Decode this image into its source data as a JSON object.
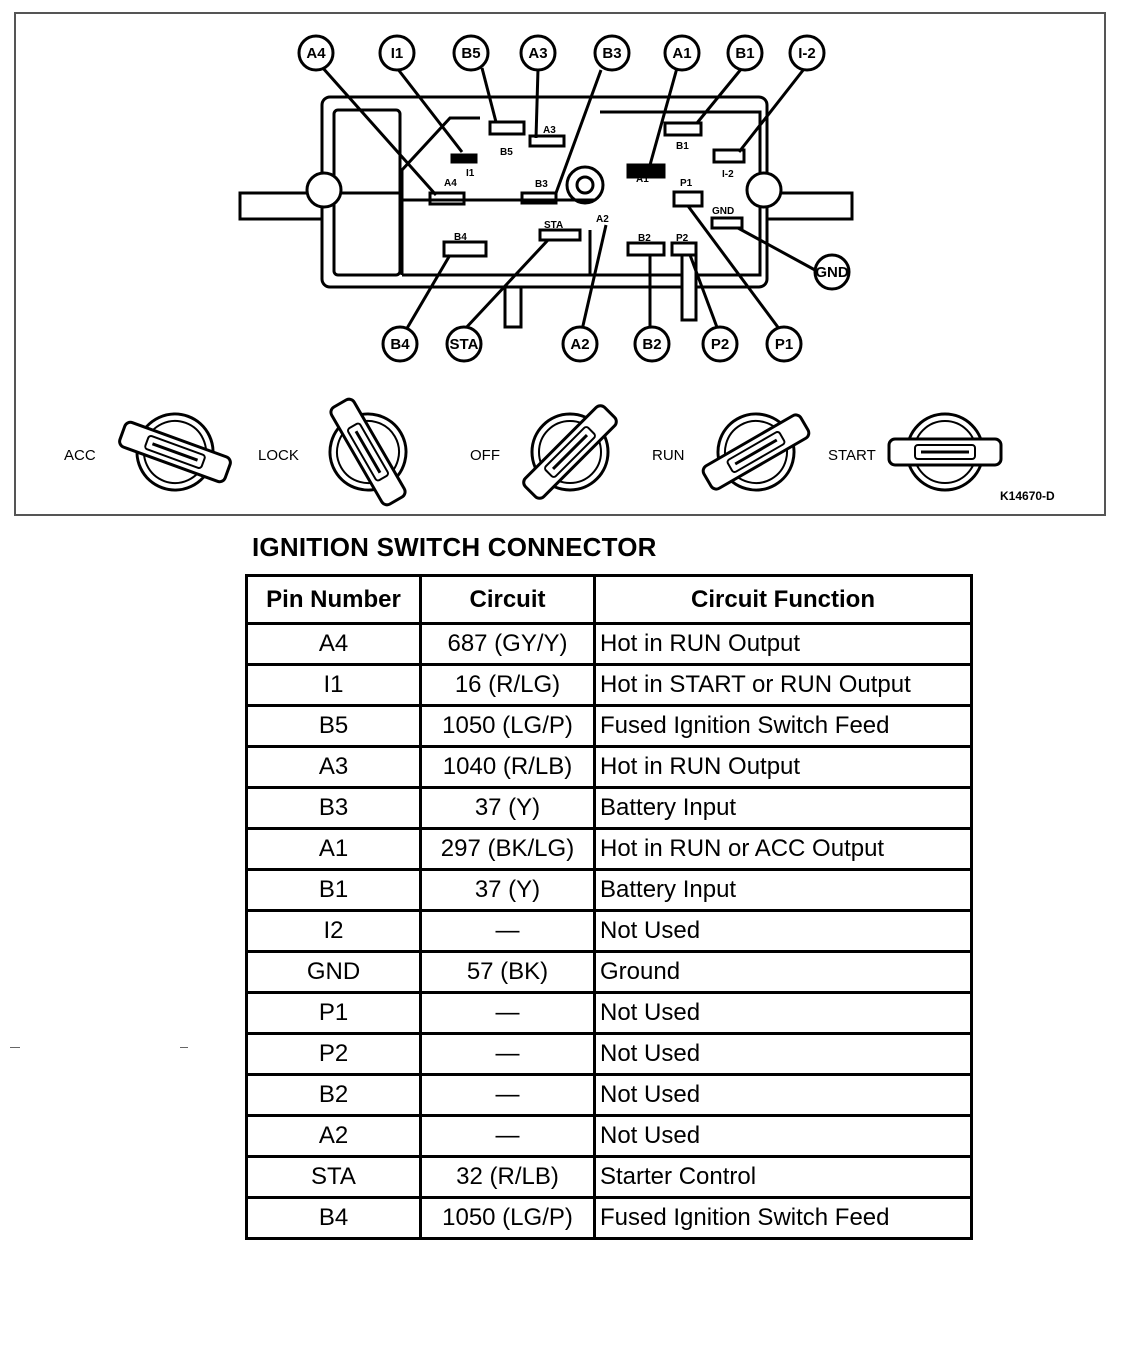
{
  "diagram": {
    "callouts_top": [
      "A4",
      "I1",
      "B5",
      "A3",
      "B3",
      "A1",
      "B1",
      "I-2"
    ],
    "callouts_bottom": [
      "B4",
      "STA",
      "A2",
      "B2",
      "P2",
      "P1"
    ],
    "callout_gnd": "GND",
    "inner_labels": {
      "a4": "A4",
      "i1": "I1",
      "b5": "B5",
      "a3": "A3",
      "b3": "B3",
      "a1": "A1",
      "b1": "B1",
      "i2": "I-2",
      "p1": "P1",
      "gnd": "GND",
      "b4": "B4",
      "sta": "STA",
      "a2": "A2",
      "b2": "B2",
      "p2": "P2"
    },
    "positions": [
      "ACC",
      "LOCK",
      "OFF",
      "RUN",
      "START"
    ],
    "figure_id": "K14670-D"
  },
  "table": {
    "title": "IGNITION SWITCH CONNECTOR",
    "headers": [
      "Pin Number",
      "Circuit",
      "Circuit Function"
    ],
    "rows": [
      [
        "A4",
        "687 (GY/Y)",
        "Hot in RUN Output"
      ],
      [
        "I1",
        "16 (R/LG)",
        "Hot in START or RUN Output"
      ],
      [
        "B5",
        "1050 (LG/P)",
        "Fused Ignition Switch Feed"
      ],
      [
        "A3",
        "1040 (R/LB)",
        "Hot in RUN Output"
      ],
      [
        "B3",
        "37 (Y)",
        "Battery Input"
      ],
      [
        "A1",
        "297 (BK/LG)",
        "Hot in RUN or ACC Output"
      ],
      [
        "B1",
        "37 (Y)",
        "Battery Input"
      ],
      [
        "I2",
        "—",
        "Not Used"
      ],
      [
        "GND",
        "57 (BK)",
        "Ground"
      ],
      [
        "P1",
        "—",
        "Not Used"
      ],
      [
        "P2",
        "—",
        "Not Used"
      ],
      [
        "B2",
        "—",
        "Not Used"
      ],
      [
        "A2",
        "—",
        "Not Used"
      ],
      [
        "STA",
        "32 (R/LB)",
        "Starter Control"
      ],
      [
        "B4",
        "1050 (LG/P)",
        "Fused Ignition Switch Feed"
      ]
    ]
  }
}
